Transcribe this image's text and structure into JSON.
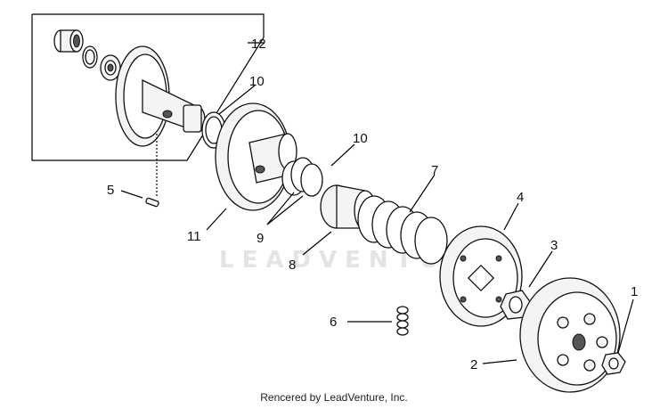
{
  "callouts": {
    "c1": "1",
    "c2": "2",
    "c3": "3",
    "c4": "4",
    "c5": "5",
    "c6": "6",
    "c7": "7",
    "c8": "8",
    "c9": "9",
    "c10a": "10",
    "c10b": "10",
    "c11": "11",
    "c12": "12"
  },
  "watermark": "LEADVENTURE",
  "credit": "Rencered by LeadVenture, Inc."
}
